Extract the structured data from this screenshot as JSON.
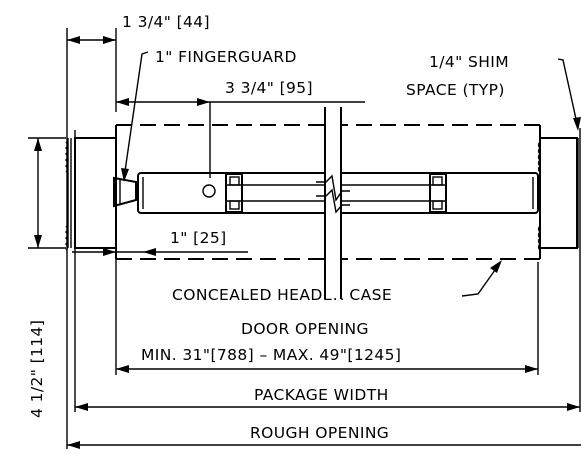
{
  "labels": {
    "shim_line1": "1/4\" SHIM",
    "shim_line2": "SPACE (TYP)",
    "dim_top": "1 3/4\" [44]",
    "fingerguard": "1\" FINGERGUARD",
    "dim_mid": "3 3/4\" [95]",
    "dim_low": "1\" [25]",
    "header_case": "CONCEALED HEADER CASE",
    "door_opening": "DOOR OPENING",
    "door_range": "MIN. 31\"[788] – MAX. 49\"[1245]",
    "package_width": "PACKAGE WIDTH",
    "rough_opening": "ROUGH OPENING",
    "dim_vertical": "4 1/2\" [114]"
  },
  "colors": {
    "ink": "#000000",
    "paper": "#ffffff"
  }
}
